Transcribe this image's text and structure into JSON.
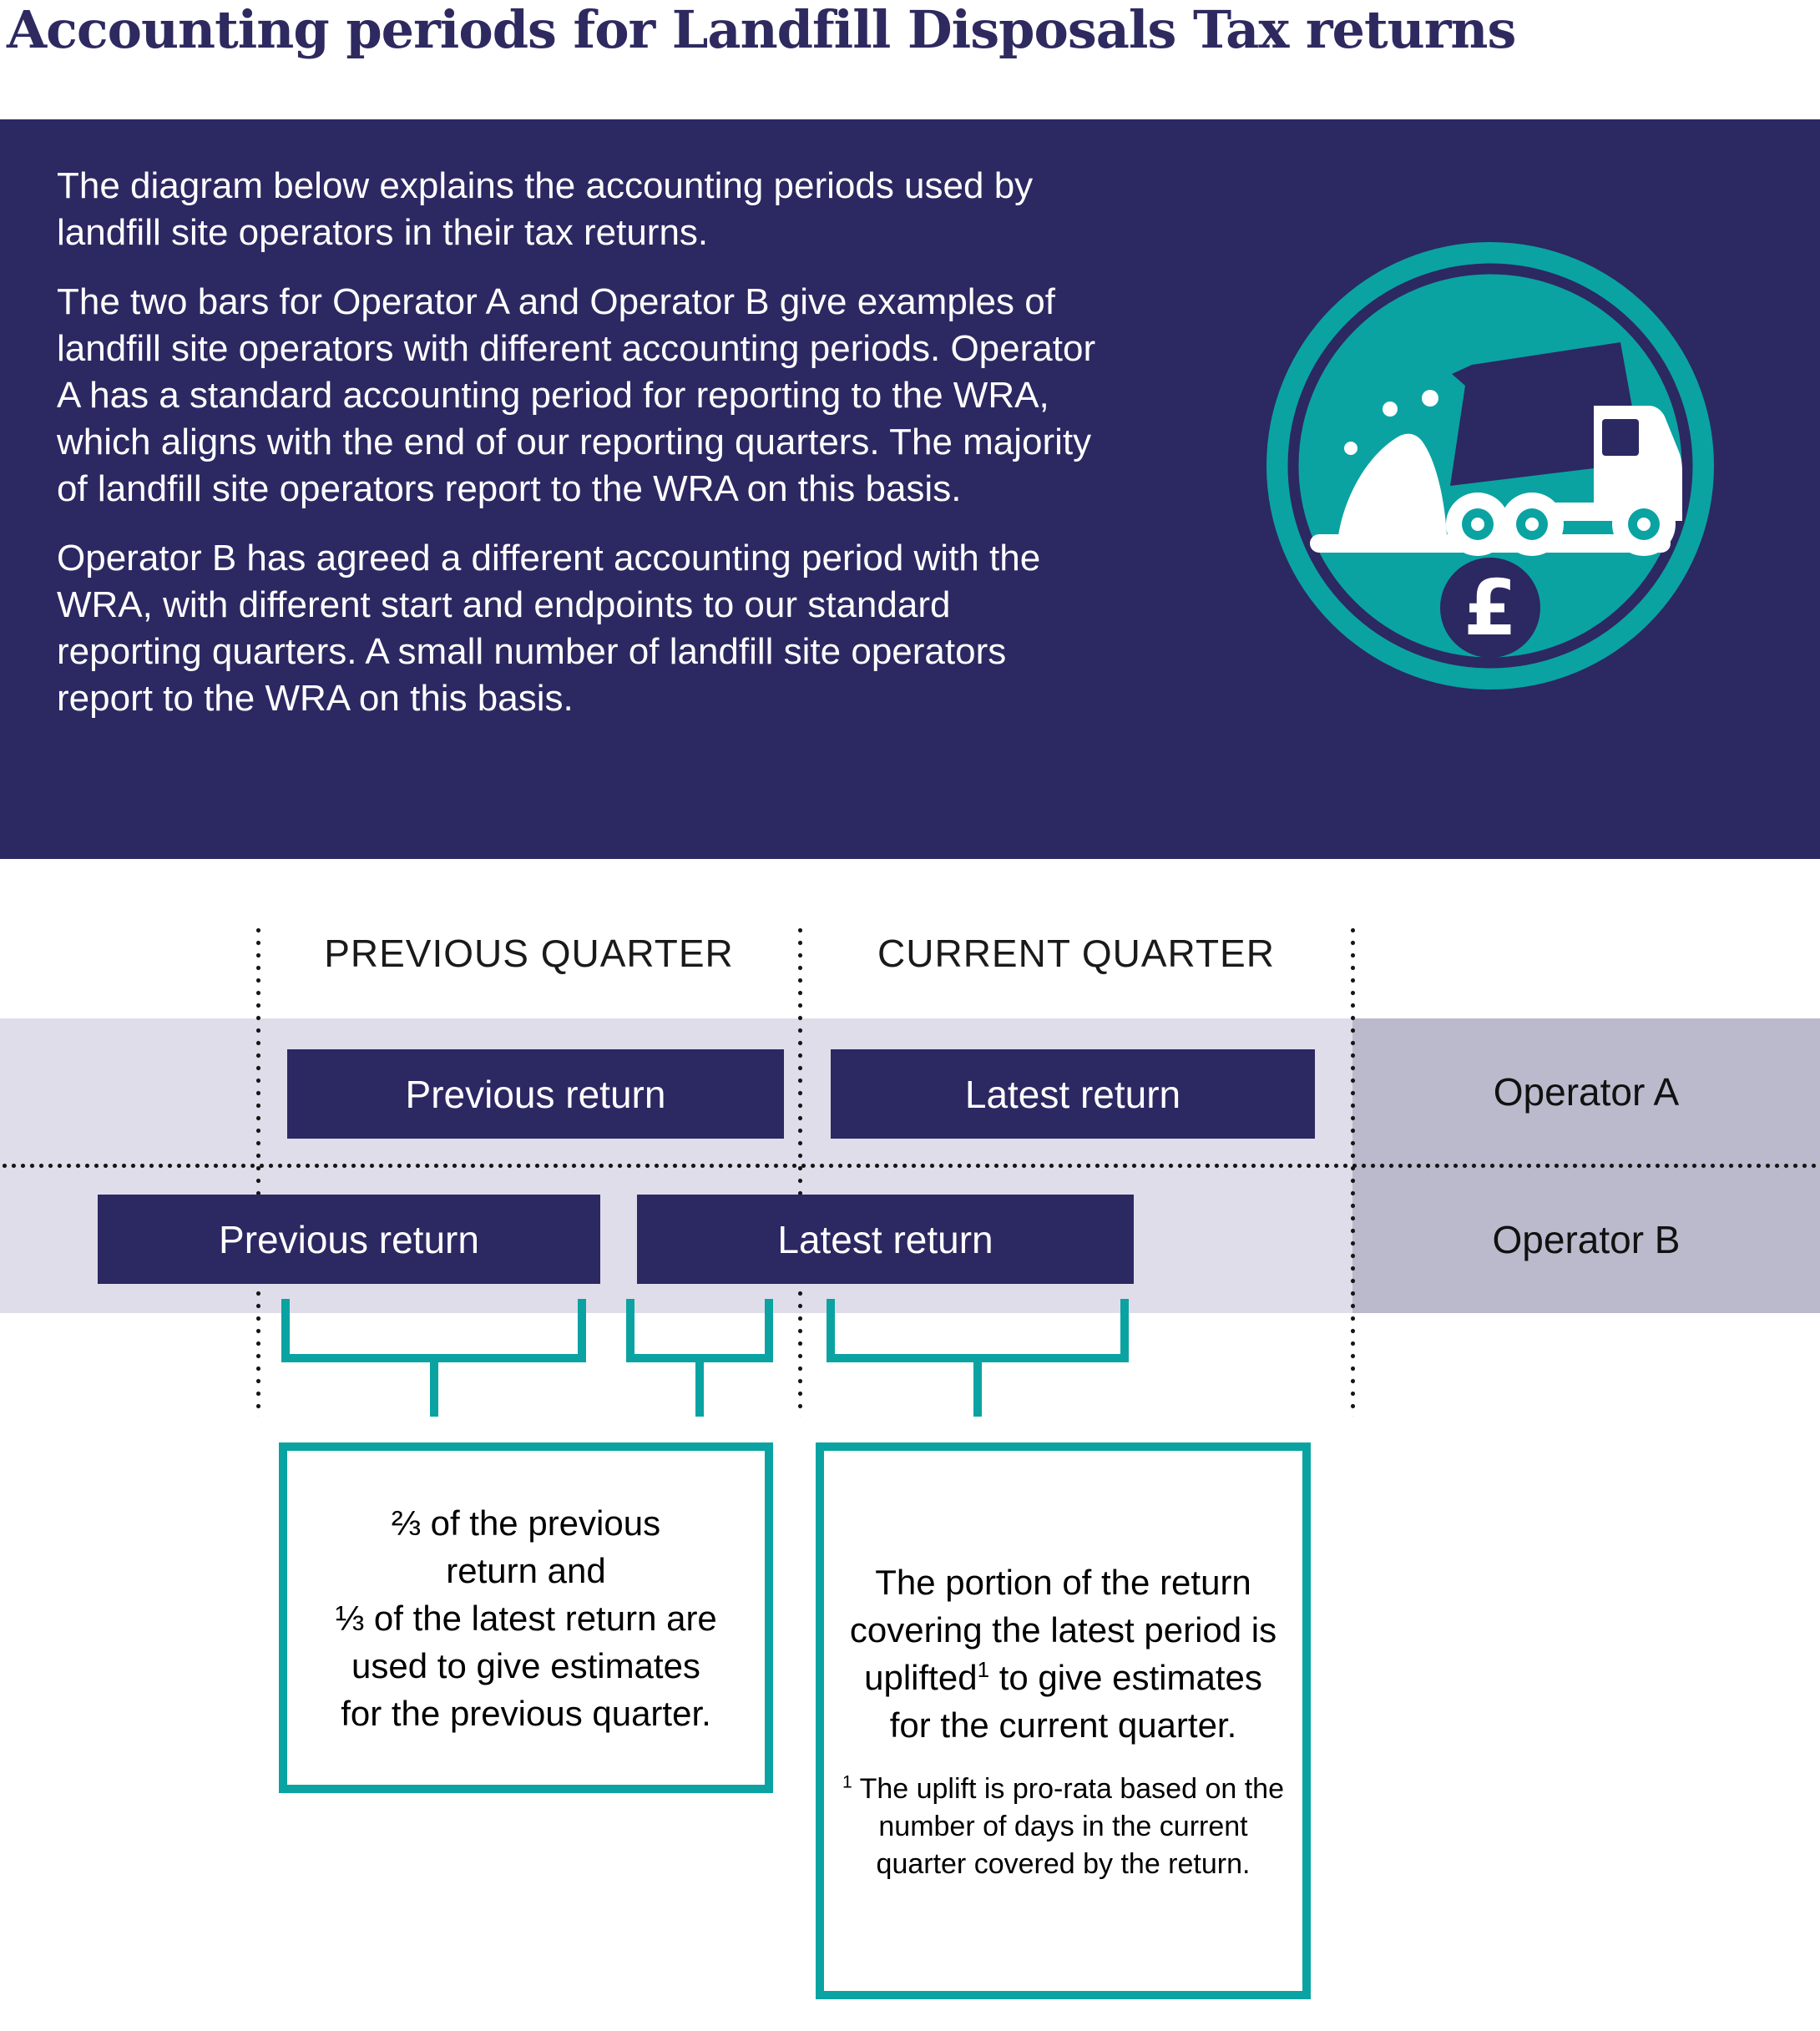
{
  "title": "Accounting periods for Landfill Disposals Tax returns",
  "colors": {
    "navy": "#2c2862",
    "teal": "#0aa3a2",
    "band_light": "#dfdde9",
    "band_dark": "#bbb9cc",
    "text_white": "#ffffff",
    "text_black": "#111111"
  },
  "intro": {
    "paragraphs": [
      "The diagram below explains the accounting periods used by landfill site operators in their tax returns.",
      "The two bars for Operator A and Operator B give examples of landfill site operators with different accounting periods. Operator A has a standard accounting period for reporting to the WRA, which aligns with the end of our reporting quarters. The majority of landfill site operators report to the WRA on this basis.",
      "Operator B has agreed a different accounting period with the WRA, with different start and endpoints to our standard reporting quarters. A small number of landfill site operators report to the WRA on this basis."
    ],
    "icon": {
      "name": "landfill-dump-truck-icon",
      "badge_symbol": "£"
    }
  },
  "diagram": {
    "quarter_labels": [
      "PREVIOUS QUARTER",
      "CURRENT QUARTER"
    ],
    "operators": [
      {
        "name": "Operator A",
        "bars": [
          "Previous return",
          "Latest return"
        ]
      },
      {
        "name": "Operator B",
        "bars": [
          "Previous return",
          "Latest return"
        ]
      }
    ],
    "callouts": [
      {
        "lines": [
          "⅔ of the previous return and",
          "⅓ of the latest return are used to give estimates for the previous quarter."
        ]
      },
      {
        "main_before_sup": "The portion of the return covering the latest period is uplifted",
        "main_sup": "1",
        "main_after_sup": " to give estimates for the current quarter.",
        "footnote_sup": "1",
        "footnote_text": " The uplift is pro-rata based on the number of days in the current quarter covered by the return."
      }
    ]
  }
}
